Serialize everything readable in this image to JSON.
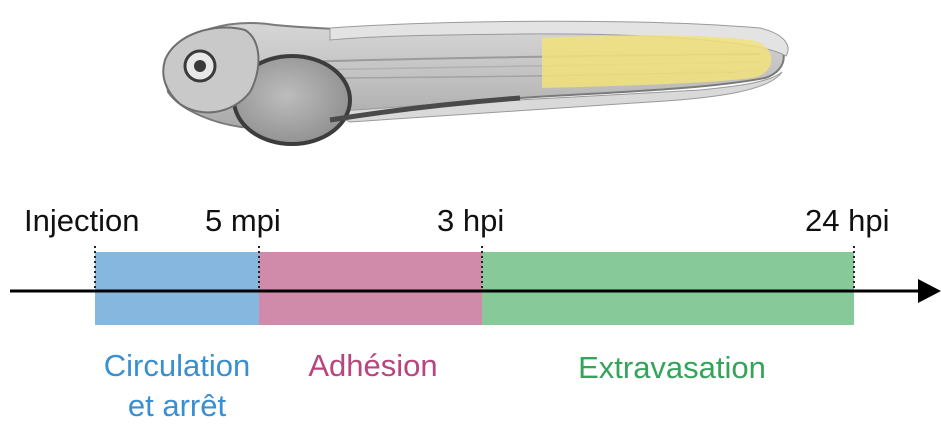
{
  "colors": {
    "background": "#ffffff",
    "axis": "#000000",
    "blue_phase": "#86b7de",
    "pink_phase": "#d08aaa",
    "green_phase": "#88c99a",
    "blue_text": "#3a8fd0",
    "pink_text": "#b8457e",
    "green_text": "#35a45b",
    "tail_highlight": "#f2e27a"
  },
  "illustration": {
    "subject": "zebrafish larva",
    "highlight": "yellow tail region"
  },
  "timeline": {
    "markers": [
      {
        "label": "Injection"
      },
      {
        "label": "5 mpi"
      },
      {
        "label": "3 hpi"
      },
      {
        "label": "24 hpi"
      }
    ],
    "phases": [
      {
        "line1": "Circulation",
        "line2": "et arrêt",
        "color": "#86b7de",
        "text_color": "#3a8fd0"
      },
      {
        "line1": "Adhésion",
        "line2": "",
        "color": "#d08aaa",
        "text_color": "#b8457e"
      },
      {
        "line1": "Extravasation",
        "line2": "",
        "color": "#88c99a",
        "text_color": "#35a45b"
      }
    ]
  }
}
